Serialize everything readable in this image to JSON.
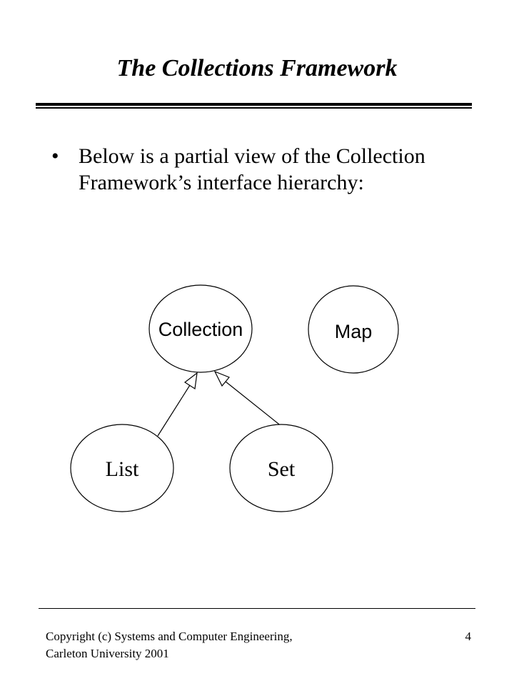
{
  "slide": {
    "title": "The Collections Framework",
    "bullet": "Below is a partial view of the Collection Framework’s interface hierarchy:"
  },
  "diagram": {
    "nodes": {
      "collection": "Collection",
      "map": "Map",
      "list": "List",
      "set": "Set"
    }
  },
  "footer": {
    "copyright_line1": "Copyright (c) Systems and Computer Engineering,",
    "copyright_line2": "Carleton University 2001",
    "page_number": "4"
  }
}
